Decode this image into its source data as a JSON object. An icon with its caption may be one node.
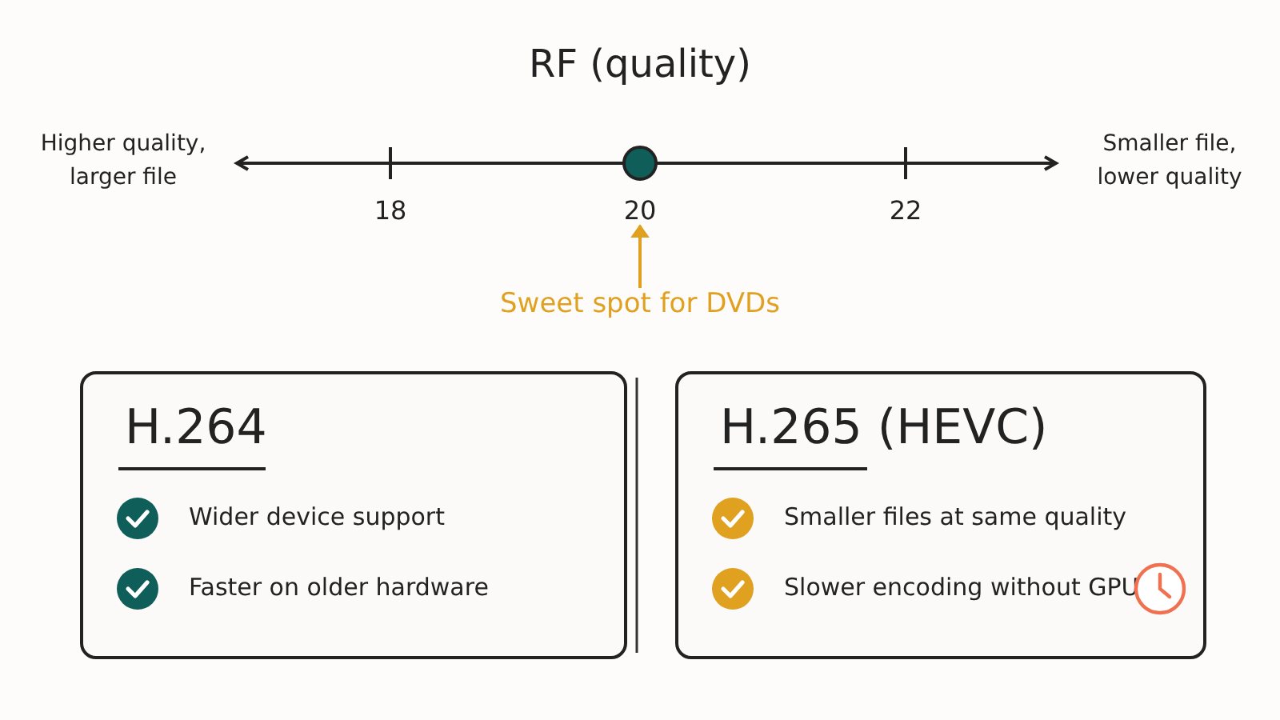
{
  "diagram": {
    "title": "RF (quality)",
    "nodes": [
      {
        "text": [
          "20"
        ]
      },
      {
        "text": [
          "Sweet spot for DVDs"
        ]
      },
      {
        "text": [
          "H.264",
          "Wider device support",
          "Faster on older hardware"
        ]
      },
      {
        "text": [
          "H.265 (HEVC)",
          "Smaller files at same quality",
          "Slower encoding without GPU"
        ]
      }
    ],
    "edges": [
      {
        "from": 1,
        "to": 0,
        "arrow": "to"
      }
    ],
    "labels": [
      "Higher quality, larger file",
      "Smaller file, lower quality",
      "18",
      "22"
    ]
  }
}
